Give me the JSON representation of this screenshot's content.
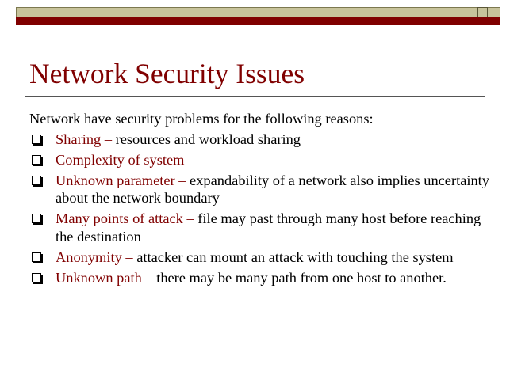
{
  "slide": {
    "title": "Network Security Issues",
    "intro": "Network have security problems for the following reasons:",
    "bullets": [
      {
        "term": "Sharing",
        "dash": " – ",
        "text": "resources and workload sharing"
      },
      {
        "term": "Complexity of system",
        "dash": "",
        "text": ""
      },
      {
        "term": "Unknown parameter",
        "dash": " – ",
        "text": "expandability of a network also implies uncertainty about the network boundary"
      },
      {
        "term": "Many points of attack",
        "dash": " – ",
        "text": "file may past through many host before reaching the destination"
      },
      {
        "term": "Anonymity",
        "dash": " – ",
        "text": "attacker can mount an attack with touching the system"
      },
      {
        "term": "Unknown path",
        "dash": " – ",
        "text": "there may be many path from one host to another."
      }
    ]
  },
  "colors": {
    "accent": "#800000",
    "header_tan": "#c7c39b",
    "text": "#000000",
    "background": "#ffffff"
  },
  "icons": {
    "bullet": "hollow-square-bullet-icon"
  }
}
